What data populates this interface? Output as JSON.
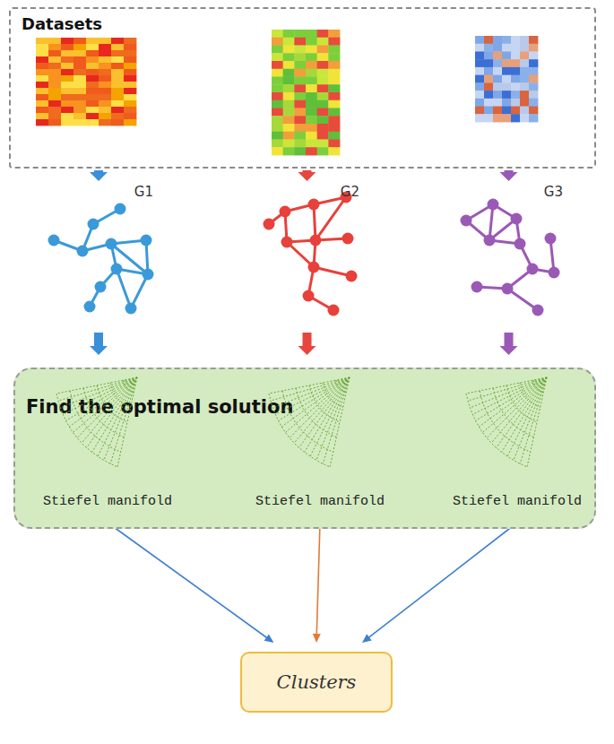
{
  "diagram": {
    "nodes": [
      {
        "text": [
          "Datasets"
        ]
      },
      {
        "text": [
          "G1"
        ]
      },
      {
        "text": [
          "G2"
        ]
      },
      {
        "text": [
          "G3"
        ]
      },
      {
        "text": [
          "Find the optimal solution"
        ]
      },
      {
        "text": [
          "Stiefel manifold"
        ],
        "in": 4
      },
      {
        "text": [
          "Stiefel manifold"
        ],
        "in": 4
      },
      {
        "text": [
          "Stiefel manifold"
        ],
        "in": 4
      },
      {
        "text": [
          "Clusters"
        ]
      }
    ],
    "edges": [
      {
        "from": 0,
        "to": 1,
        "arrow": "to"
      },
      {
        "from": 0,
        "to": 2,
        "arrow": "to"
      },
      {
        "from": 0,
        "to": 3,
        "arrow": "to"
      },
      {
        "from": 1,
        "to": 4,
        "arrow": "to"
      },
      {
        "from": 2,
        "to": 4,
        "arrow": "to"
      },
      {
        "from": 3,
        "to": 4,
        "arrow": "to"
      },
      {
        "from": 5,
        "to": 8,
        "arrow": "to"
      },
      {
        "from": 6,
        "to": 8,
        "arrow": "to"
      },
      {
        "from": 7,
        "to": 8,
        "arrow": "to"
      }
    ]
  }
}
